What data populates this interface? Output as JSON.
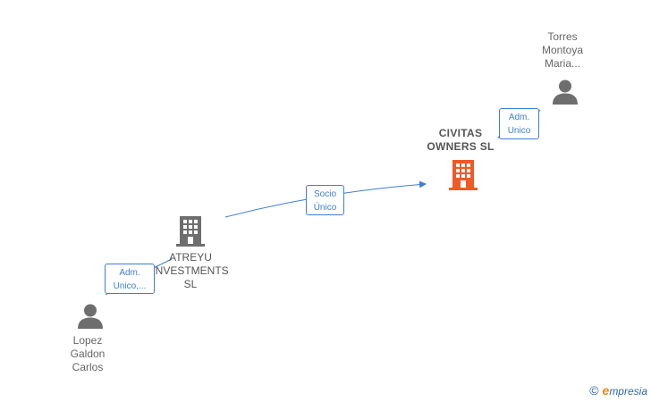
{
  "nodes": {
    "torres": {
      "name_lines": [
        "Torres",
        "Montoya",
        "Maria..."
      ],
      "type": "person",
      "icon": "person-icon"
    },
    "civitas": {
      "name_lines": [
        "CIVITAS",
        "OWNERS SL"
      ],
      "type": "company",
      "highlight": true,
      "icon": "building-icon",
      "color": "#f05a28"
    },
    "atreyu": {
      "name_lines": [
        "ATREYU",
        "INVESTMENTS",
        "SL"
      ],
      "type": "company",
      "icon": "building-icon",
      "color": "#6e6e6e"
    },
    "lopez": {
      "name_lines": [
        "Lopez",
        "Galdon",
        "Carlos"
      ],
      "type": "person",
      "icon": "person-icon"
    }
  },
  "edges": [
    {
      "from": "torres",
      "to": "civitas",
      "label_lines": [
        "Adm.",
        "Unico"
      ]
    },
    {
      "from": "atreyu",
      "to": "civitas",
      "label_lines": [
        "Socio",
        "Único"
      ]
    },
    {
      "from": "lopez",
      "to": "atreyu",
      "label_lines": [
        "Adm.",
        "Unico,..."
      ]
    }
  ],
  "colors": {
    "edge": "#3d7ed6",
    "person_icon": "#6e6e6e"
  },
  "brand": {
    "copyright_symbol": "©",
    "name_first": "e",
    "name_rest": "mpresia"
  }
}
